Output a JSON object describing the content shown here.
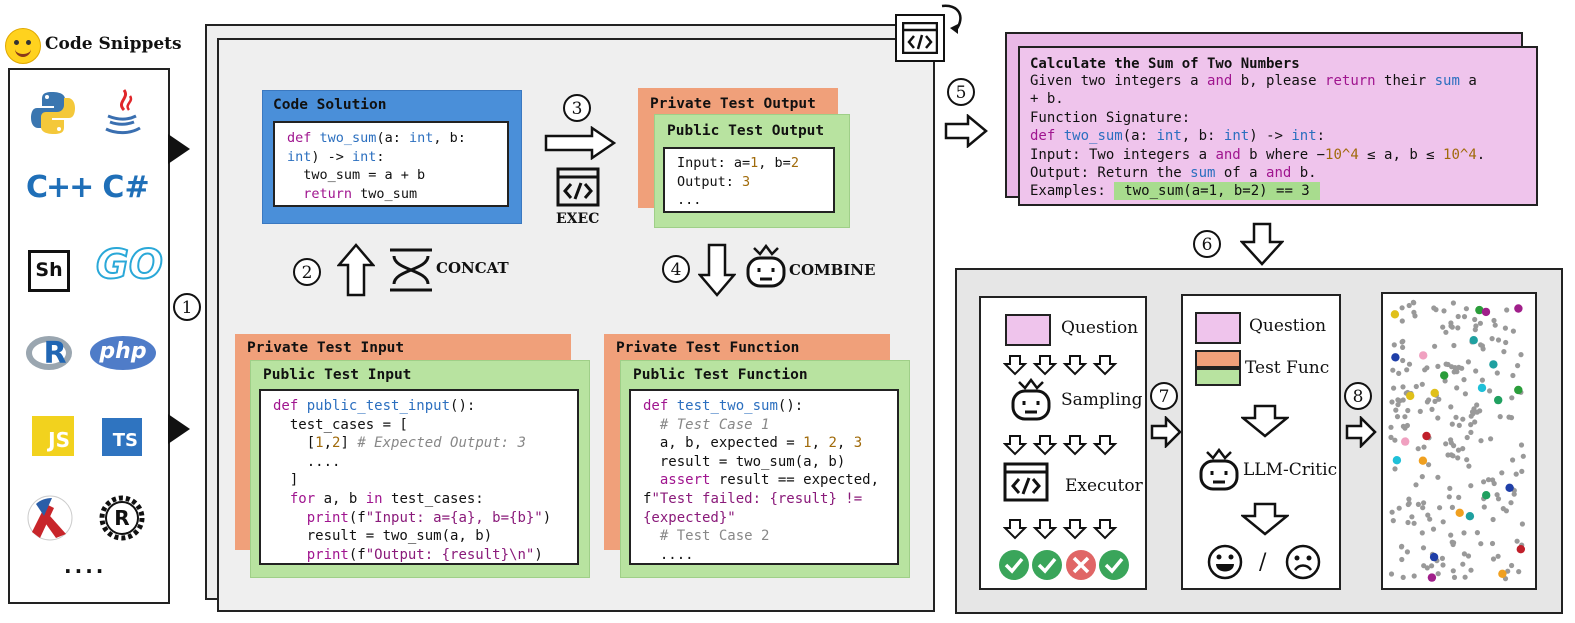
{
  "snippets": {
    "title": "Code Snippets",
    "langs": [
      "C++",
      "C#",
      "Sh",
      "GO",
      "R",
      "php",
      "JS",
      "TS"
    ],
    "ellipsis": "....",
    "step": "1"
  },
  "steps": {
    "s2": "2",
    "s3": "3",
    "s4": "4",
    "s5": "5",
    "s6": "6",
    "s7": "7",
    "s8": "8"
  },
  "labels": {
    "exec": "EXEC",
    "concat": "CONCAT",
    "combine": "COMBINE"
  },
  "code_solution": {
    "title": "Code Solution"
  },
  "private_test_output": {
    "title": "Private Test Output"
  },
  "public_test_output": {
    "title": "Public Test Output",
    "lines": [
      "Input: a=1, b=2",
      "Output: 3",
      "..."
    ]
  },
  "private_test_input": {
    "title": "Private Test Input"
  },
  "public_test_input": {
    "title": "Public Test Input"
  },
  "private_test_function": {
    "title": "Private Test Function"
  },
  "public_test_function": {
    "title": "Public Test Function"
  },
  "question": {
    "title": "Calculate the Sum of Two Numbers",
    "examples_label": "Examples:",
    "example": "two_sum(a=1, b=2) == 3"
  },
  "panel1": {
    "question": "Question",
    "sampling": "Sampling",
    "executor": "Executor"
  },
  "panel2": {
    "question": "Question",
    "test_func": "Test Func",
    "critic": "LLM-Critic",
    "slash": "/"
  },
  "colors": {
    "blue": "#4a8fd9",
    "orange": "#f0a07a",
    "green": "#b8e3a0",
    "pink": "#efc4ec",
    "gray_panel": "#e6e6e6"
  }
}
